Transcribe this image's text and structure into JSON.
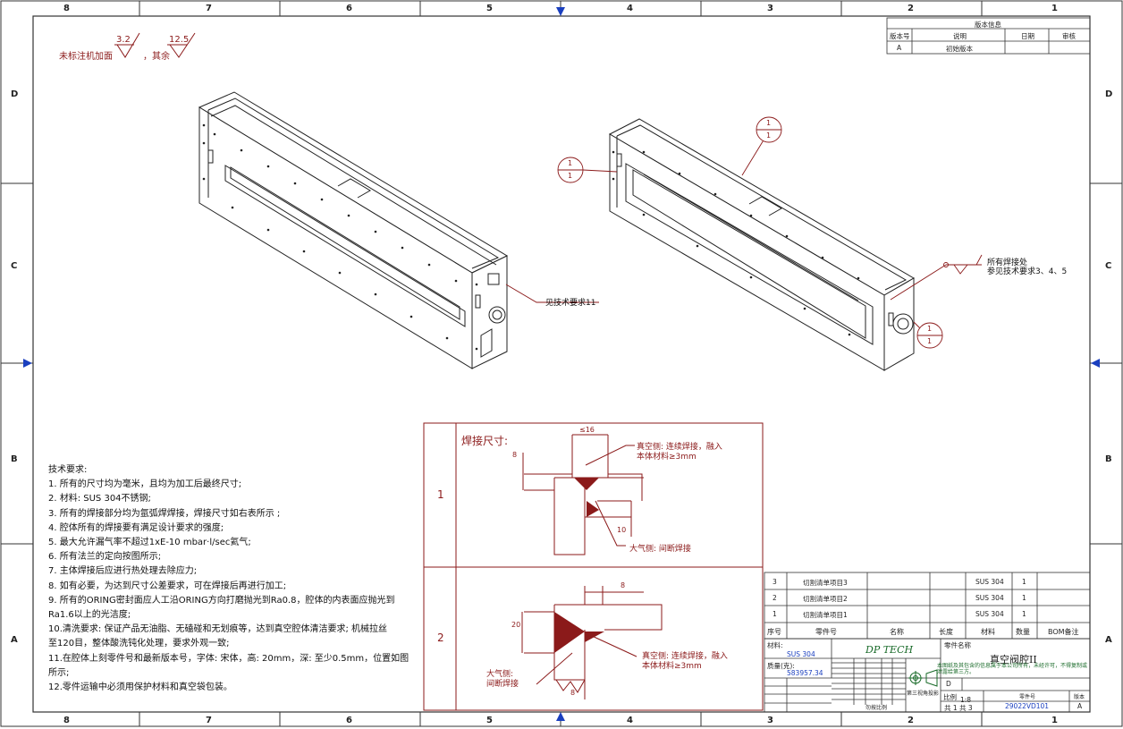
{
  "border": {
    "columns": [
      "8",
      "7",
      "6",
      "5",
      "4",
      "3",
      "2",
      "1"
    ],
    "rows": [
      "D",
      "C",
      "B",
      "A"
    ]
  },
  "surface_note": {
    "prefix": "未标注机加面",
    "value1": "3.2",
    "middle": "，其余",
    "value2": "12.5"
  },
  "revision": {
    "title": "版本信息",
    "headers": [
      "版本号",
      "说明",
      "日期",
      "审核"
    ],
    "row": [
      "A",
      "初始版本",
      "",
      ""
    ]
  },
  "callouts": {
    "left_note": "见技术要求11",
    "weld_note_1": "所有焊接处",
    "weld_note_2": "参见技术要求3、4、5",
    "balloon_top": "1",
    "balloon_bottom": "1"
  },
  "weld_detail": {
    "title": "焊接尺寸:",
    "row1_num": "1",
    "row2_num": "2",
    "d1_dim_top": "≤16",
    "d1_dim_left": "8",
    "d1_dim_right": "10",
    "d1_vac_1": "真空侧: 连续焊接，融入",
    "d1_vac_2": "本体材料≥3mm",
    "d1_atm": "大气侧: 间断焊接",
    "d2_dim_top": "8",
    "d2_dim_left": "20",
    "d2_dim_bottom": "8",
    "d2_vac_1": "真空侧: 连续焊接，融入",
    "d2_vac_2": "本体材料≥3mm",
    "d2_atm_1": "大气侧:",
    "d2_atm_2": "间断焊接"
  },
  "tech_requirements": {
    "title": "技术要求:",
    "items": [
      "1. 所有的尺寸均为毫米，且均为加工后最终尺寸;",
      "2. 材料: SUS 304不锈钢;",
      "3. 所有的焊接部分均为氩弧焊焊接，焊接尺寸如右表所示 ;",
      "4. 腔体所有的焊接要有满足设计要求的强度;",
      "5. 最大允许漏气率不超过1xE-10 mbar·l/sec氦气;",
      "6. 所有法兰的定向按图所示;",
      "7. 主体焊接后应进行热处理去除应力;",
      "8. 如有必要，为达到尺寸公差要求，可在焊接后再进行加工;",
      "9. 所有的ORING密封面应人工沿ORING方向打磨抛光到Ra0.8，腔体的内表面应抛光到",
      "   Ra1.6以上的光洁度;",
      "10.清洗要求: 保证产品无油脂、无磕碰和无划痕等，达到真空腔体清洁要求; 机械拉丝",
      "   至120目，整体酸洗钝化处理，要求外观一致;",
      "11.在腔体上刻零件号和最新版本号，字体: 宋体，高: 20mm，深: 至少0.5mm，位置如图",
      "   所示;",
      "12.零件运输中必须用保护材料和真空袋包装。"
    ]
  },
  "bom": {
    "headers": [
      "序号",
      "零件号",
      "名称",
      "长度",
      "材料",
      "数量",
      "BOM备注"
    ],
    "rows": [
      [
        "3",
        "切割清单项目3",
        "",
        "",
        "SUS 304",
        "1",
        ""
      ],
      [
        "2",
        "切割清单项目2",
        "",
        "",
        "SUS 304",
        "1",
        ""
      ],
      [
        "1",
        "切割清单项目1",
        "",
        "",
        "SUS 304",
        "1",
        ""
      ]
    ]
  },
  "title_block": {
    "material_label": "材料:",
    "material": "SUS 304",
    "company": "DP TECH",
    "mass_label": "质量(克):",
    "mass": "583957.34",
    "part_name_label": "零件名称",
    "part_name": "真空阀腔II",
    "scale_label": "比例",
    "scale": "1:8",
    "sheet_text": "共 1 共 3",
    "part_no_label": "零件号",
    "part_no": "29022VD101",
    "version_label": "版本",
    "version": "A",
    "size": "D",
    "projection": "第三视角投影",
    "do_not_scale": "勿按比例",
    "confidential": "本图纸及其包含的信息属于本公司所有，未经许可，不得复制或泄露给第三方。"
  }
}
